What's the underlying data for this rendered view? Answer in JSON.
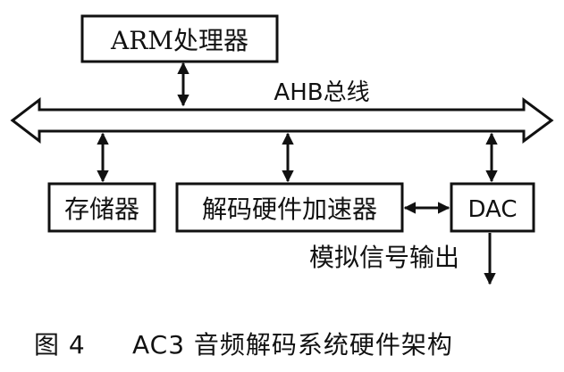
{
  "diagram": {
    "arm_label": "ARM处理器",
    "bus_label": "AHB总线",
    "memory_label": "存储器",
    "decoder_label": "解码硬件加速器",
    "dac_label": "DAC",
    "output_label": "模拟信号输出"
  },
  "caption": {
    "number": "图 4",
    "title": "AC3 音频解码系统硬件架构"
  }
}
